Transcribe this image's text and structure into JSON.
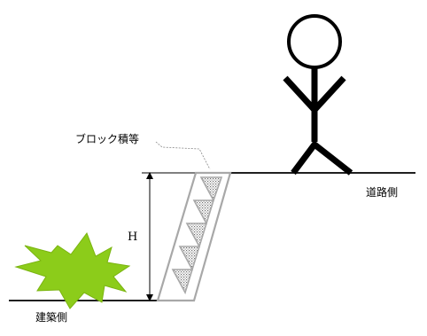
{
  "labels": {
    "block": "ブロック積等",
    "road_side": "道路側",
    "building_side": "建築側",
    "height": "H"
  },
  "colors": {
    "line": "#000000",
    "wall": "#a8a8a8",
    "burst_fill": "#8ccc1a",
    "burst_stroke": "#7ab410",
    "pattern_dot": "#707070"
  },
  "icons": {
    "person": "stick-figure-icon",
    "burst": "explosion-burst-icon"
  }
}
